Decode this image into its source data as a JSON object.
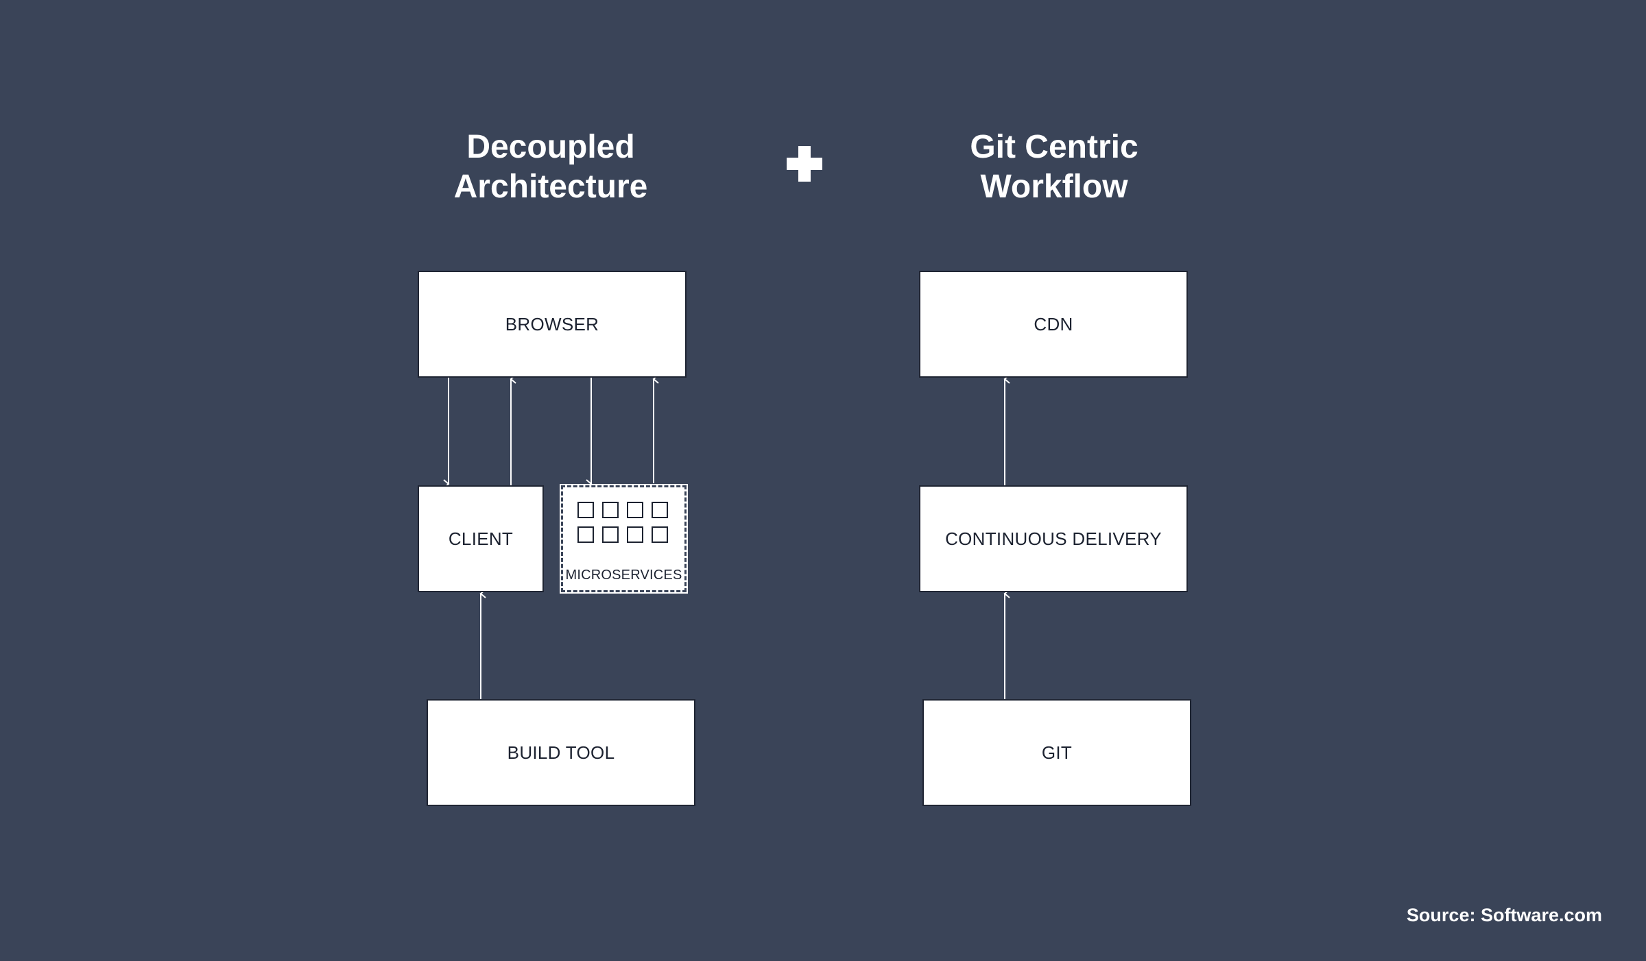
{
  "titles": {
    "left": [
      "Decoupled",
      "Architecture"
    ],
    "right": [
      "Git Centric",
      "Workflow"
    ]
  },
  "operator": "plus-icon",
  "boxes": {
    "browser": "BROWSER",
    "client": "CLIENT",
    "microservices": "MICROSERVICES",
    "build_tool": "BUILD TOOL",
    "cdn": "CDN",
    "continuous_delivery": "CONTINUOUS DELIVERY",
    "git": "GIT"
  },
  "source": "Source: Software.com",
  "colors": {
    "background": "#3a4458",
    "box_fill": "#ffffff",
    "text": "#ffffff",
    "arrow": "#ffffff"
  }
}
